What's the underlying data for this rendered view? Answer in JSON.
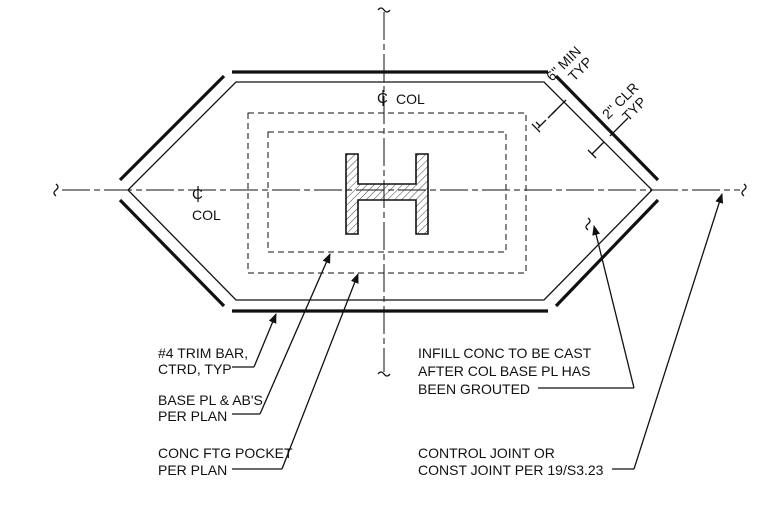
{
  "centerline_col_top": "COL",
  "centerline_col_left": "COL",
  "dim_6in_min": [
    "6\" MIN",
    "TYP"
  ],
  "dim_2in_clr": [
    "2\" CLR",
    "TYP"
  ],
  "callouts": {
    "trim_bar": [
      "#4 TRIM BAR,",
      "CTRD, TYP"
    ],
    "base_pl": [
      "BASE PL & AB'S",
      "PER PLAN"
    ],
    "ftg_pocket": [
      "CONC FTG POCKET",
      "PER PLAN"
    ],
    "infill": [
      "INFILL CONC TO BE CAST",
      "AFTER COL BASE PL HAS",
      "BEEN GROUTED"
    ],
    "control_joint": [
      "CONTROL JOINT OR",
      "CONST JOINT PER 19/S3.23"
    ]
  }
}
